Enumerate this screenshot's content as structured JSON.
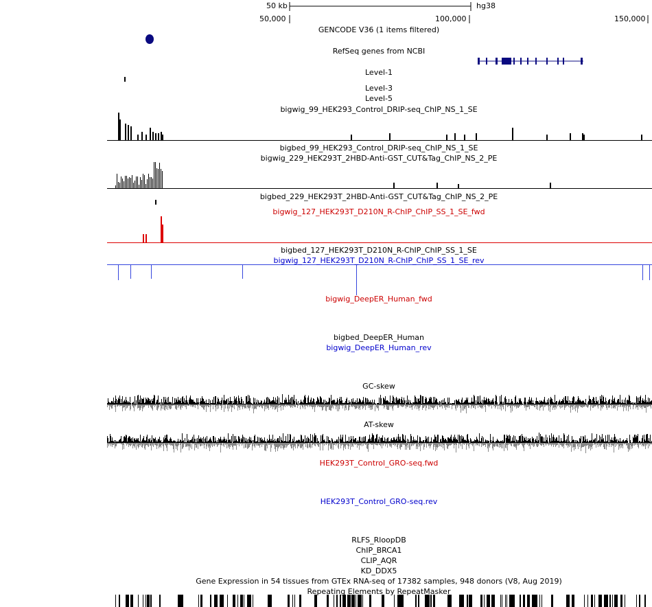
{
  "ruler": {
    "scale_label": "50 kb",
    "assembly": "hg38",
    "ticks": [
      "50,000",
      "100,000",
      "150,000"
    ]
  },
  "tracks": [
    {
      "id": "gencode",
      "label": "GENCODE V36 (1 items filtered)",
      "color": "#000000"
    },
    {
      "id": "refseq",
      "label": "RefSeq genes from NCBI",
      "color": "#000000"
    },
    {
      "id": "level1",
      "label": "Level-1",
      "color": "#000000"
    },
    {
      "id": "level3",
      "label": "Level-3",
      "color": "#000000"
    },
    {
      "id": "level5",
      "label": "Level-5",
      "color": "#000000"
    },
    {
      "id": "bigwig99",
      "label": "bigwig_99_HEK293_Control_DRIP-seq_ChIP_NS_1_SE",
      "color": "#000000"
    },
    {
      "id": "bigbed99",
      "label": "bigbed_99_HEK293_Control_DRIP-seq_ChIP_NS_1_SE",
      "color": "#000000"
    },
    {
      "id": "bigwig229",
      "label": "bigwig_229_HEK293T_2HBD-Anti-GST_CUT&Tag_ChIP_NS_2_PE",
      "color": "#000000"
    },
    {
      "id": "bigbed229",
      "label": "bigbed_229_HEK293T_2HBD-Anti-GST_CUT&Tag_ChIP_NS_2_PE",
      "color": "#000000"
    },
    {
      "id": "bigwig127fwd",
      "label": "bigwig_127_HEK293T_D210N_R-ChIP_ChIP_SS_1_SE_fwd",
      "color": "#cc0000"
    },
    {
      "id": "bigbed127",
      "label": "bigbed_127_HEK293T_D210N_R-ChIP_ChIP_SS_1_SE",
      "color": "#000000"
    },
    {
      "id": "bigwig127rev",
      "label": "bigwig_127_HEK293T_D210N_R-ChIP_ChIP_SS_1_SE_rev",
      "color": "#0000cc"
    },
    {
      "id": "deeperfwd",
      "label": "bigwig_DeepER_Human_fwd",
      "color": "#cc0000"
    },
    {
      "id": "deeperbed",
      "label": "bigbed_DeepER_Human",
      "color": "#000000"
    },
    {
      "id": "deeperrev",
      "label": "bigwig_DeepER_Human_rev",
      "color": "#0000cc"
    },
    {
      "id": "gcskew",
      "label": "GC-skew",
      "color": "#000000"
    },
    {
      "id": "atskew",
      "label": "AT-skew",
      "color": "#000000"
    },
    {
      "id": "grofwd",
      "label": "HEK293T_Control_GRO-seq.fwd",
      "color": "#cc0000"
    },
    {
      "id": "grorev",
      "label": "HEK293T_Control_GRO-seq.rev",
      "color": "#0000cc"
    },
    {
      "id": "rlfs",
      "label": "RLFS_RloopDB",
      "color": "#000000"
    },
    {
      "id": "brca1",
      "label": "ChIP_BRCA1",
      "color": "#000000"
    },
    {
      "id": "aqr",
      "label": "CLIP_AQR",
      "color": "#000000"
    },
    {
      "id": "ddx5",
      "label": "KD_DDX5",
      "color": "#000000"
    },
    {
      "id": "gtex",
      "label": "Gene Expression in 54 tissues from GTEx RNA-seq of 17382 samples, 948 donors (V8, Aug 2019)",
      "color": "#000000"
    },
    {
      "id": "rmsk",
      "label": "Repeating Elements by RepeatMasker",
      "color": "#000000"
    }
  ],
  "colors": {
    "gene": "#0a0a80",
    "fwd": "#dd0000",
    "rev": "#3344dd",
    "skew_neg": "#888888",
    "black": "#000000"
  }
}
